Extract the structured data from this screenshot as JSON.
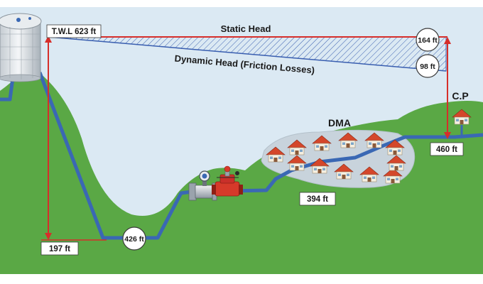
{
  "labels": {
    "static_head": "Static Head",
    "dynamic_head": "Dynamic Head (Friction Losses)",
    "dma": "DMA",
    "cp": "C.P"
  },
  "boxes": {
    "twl": "T.W.L 623 ft",
    "low_point": "197 ft",
    "dma_elevation": "394 ft",
    "cp_elevation": "460 ft"
  },
  "circles": {
    "static_pressure": "164 ft",
    "dynamic_pressure": "98 ft",
    "valve_pressure": "426 ft"
  },
  "colors": {
    "sky": "#dbe9f3",
    "ground": "#5aa845",
    "pipe": "#3a68b4",
    "head_line": "#d62e2a",
    "hatch": "#3a5fb0",
    "dma_area": "#c8d3dc",
    "roof": "#d4472b",
    "valve": "#d63a2a"
  }
}
